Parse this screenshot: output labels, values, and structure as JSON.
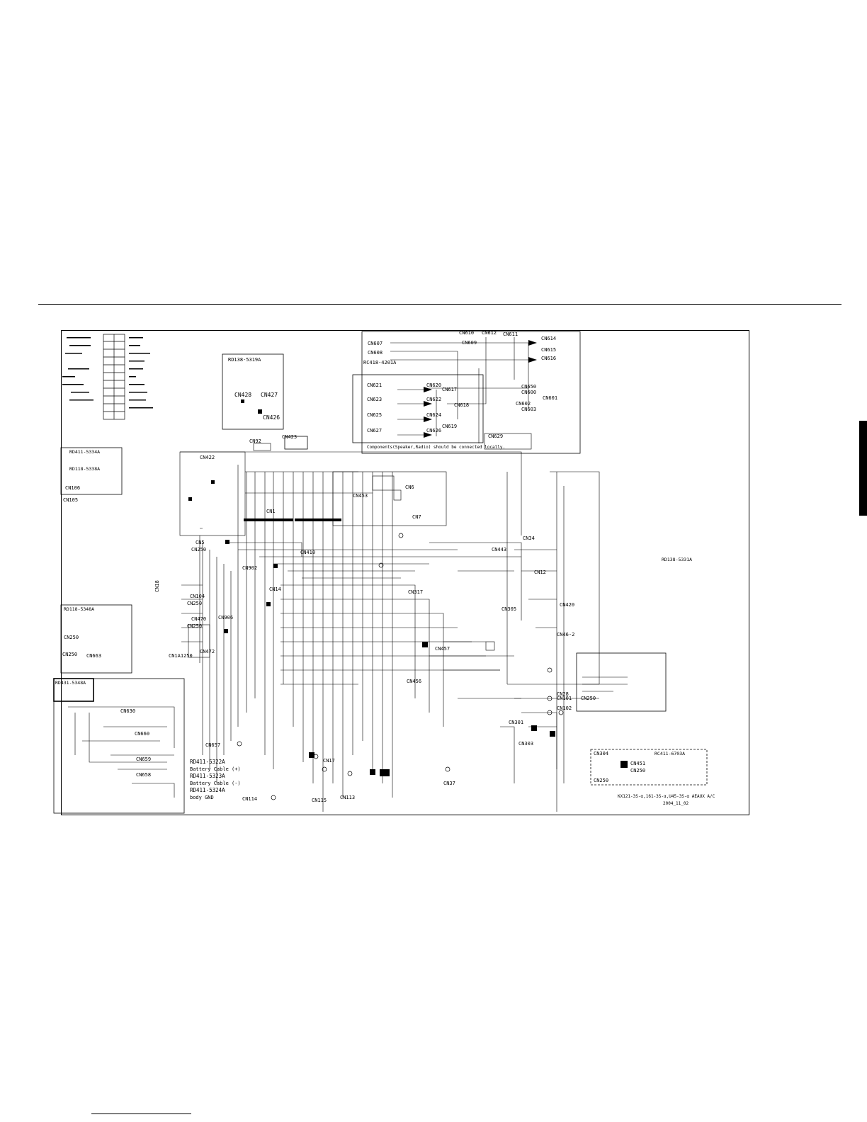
{
  "labels": {
    "cn5": "CN5",
    "cn250_a": "CN250",
    "cn18": "CN18",
    "cn902": "CN902",
    "cn14": "CN14",
    "cn104": "CN104",
    "cn250_b": "CN250",
    "cn470": "CN470",
    "cn250_c": "CN250",
    "cn906": "CN906",
    "cn472": "CN472",
    "cn1a1250": "CN1A1250",
    "cn410": "CN410",
    "cn453": "CN453",
    "cn6": "CN6",
    "cn7": "CN7",
    "cn317": "CN317",
    "cn443": "CN443",
    "cn34": "CN34",
    "cn12": "CN12",
    "cn420": "CN420",
    "cn305": "CN305",
    "cn46": "CN46-2",
    "cn457": "CN457",
    "cn456": "CN456",
    "cn28": "CN28",
    "cn250_d": "CN250",
    "cn101": "CN101",
    "cn102": "CN102",
    "cn301": "CN301",
    "cn303": "CN303",
    "cn304": "CN304",
    "cn451": "CN451",
    "cn250_e": "CN250",
    "cn250_f": "CN250",
    "cn17": "CN17",
    "cn113": "CN113",
    "cn114": "CN114",
    "cn115": "CN115",
    "cn37": "CN37",
    "cn657": "CN657",
    "cn428": "CN428",
    "cn427": "CN427",
    "cn426": "CN426",
    "cn92": "CN92",
    "cn423": "CN423",
    "cn422": "CN422",
    "cn1": "CN1",
    "cn610": "CN610",
    "cn612": "CN612",
    "cn611": "CN611",
    "cn614": "CN614",
    "cn615": "CN615",
    "cn616": "CN616",
    "cn607": "CN607",
    "cn608": "CN608",
    "cn609": "CN609",
    "cn621": "CN621",
    "cn620": "CN620",
    "cn617": "CN617",
    "cn623": "CN623",
    "cn622": "CN622",
    "cn618": "CN618",
    "cn625": "CN625",
    "cn624": "CN624",
    "cn627": "CN627",
    "cn626": "CN626",
    "cn619": "CN619",
    "cn650": "CN650",
    "cn600": "CN600",
    "cn601": "CN601",
    "cn602": "CN602",
    "cn629": "CN629",
    "cn603": "CN603",
    "cn106": "CN106",
    "cn105": "CN105",
    "cn663": "CN663",
    "cn660": "CN660",
    "cn659": "CN659",
    "cn658": "CN658",
    "cn630": "CN630",
    "cn250_g": "CN250",
    "cn250_h": "CN250"
  },
  "titles": {
    "rd411_5334a": "RD411-5334A",
    "rd118_5338a": "RD118-5338A",
    "rd138_5319a": "RD138-5319A",
    "rd418_4201a": "RC418-4201A",
    "rd138_5331a": "RD138-5331A",
    "rd118_5348a": "RD118-5348A",
    "rd431_5348a": "RD431-5348A",
    "rc411_6703a": "RC411-6703A",
    "rd411_5322a": "RD411-5322A",
    "rd411_5323a": "RD411-5323A",
    "rd411_5324a": "RD411-5324A"
  },
  "captions": {
    "battery_plus": "Battery Cable (+)",
    "battery_minus": "Battery Cable (-)",
    "body_gnd": "body GND",
    "component_note": "Components(Speaker,Radio) should be connected locally.",
    "model": "KX121-3S-α,161-3S-α,U45-3S-α AEAUX A/C",
    "date": "2004_11_02"
  }
}
